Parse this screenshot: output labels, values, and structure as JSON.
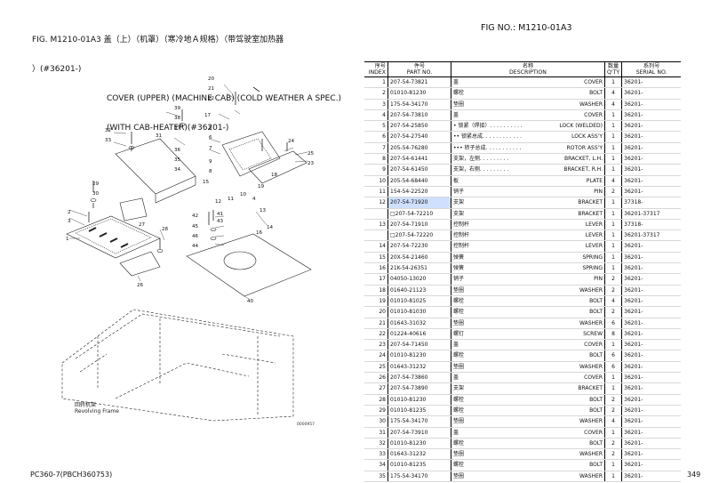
{
  "header": {
    "title_line1": "FIG. M1210-01A3 盖（上）（机罩）（寒冷地Ａ规格）（带驾驶室加热器",
    "title_line2": "）(#36201-)",
    "title_line3": "COVER (UPPER) (MACHINE CAB) (COLD WEATHER A SPEC.)",
    "title_line4": "(WITH CAB-HEATER)(#36201-)",
    "fig_no": "FIG NO.: M1210-01A3"
  },
  "drawing": {
    "frame_label_zh": "回转机架",
    "frame_label_en": "Revolving Frame",
    "code": "0000957",
    "callouts": [
      "1",
      "2",
      "3",
      "4",
      "5",
      "6",
      "7",
      "8",
      "9",
      "10",
      "11",
      "12",
      "13",
      "14",
      "15",
      "16",
      "17",
      "18",
      "19",
      "20",
      "21",
      "22",
      "23",
      "24",
      "25",
      "26",
      "27",
      "28",
      "29",
      "30",
      "31",
      "32",
      "33",
      "34",
      "35",
      "36",
      "37",
      "38",
      "39",
      "40",
      "41",
      "42",
      "43",
      "44",
      "45",
      "46"
    ]
  },
  "table": {
    "headers": {
      "no_zh": "序号",
      "no_en": "INDEX",
      "part_zh": "件号",
      "part_en": "PART NO.",
      "desc_zh": "名称",
      "desc_en": "DESCRIPTION",
      "qty_zh": "数量",
      "qty_en": "Q'TY",
      "ser_zh": "系列号",
      "ser_en": "SERIAL NO."
    },
    "rows": [
      {
        "no": "1",
        "part": "207-54-73821",
        "zh": "盖",
        "en": "COVER",
        "qty": "1",
        "serial": "36201-"
      },
      {
        "no": "2",
        "part": "01010-81230",
        "zh": "螺栓",
        "en": "BOLT",
        "qty": "4",
        "serial": "36201-"
      },
      {
        "no": "3",
        "part": "175-54-34170",
        "zh": "垫圈",
        "en": "WASHER",
        "qty": "4",
        "serial": "36201-"
      },
      {
        "no": "4",
        "part": "207-54-73810",
        "zh": "盖",
        "en": "COVER",
        "qty": "1",
        "serial": "36201-"
      },
      {
        "no": "5",
        "part": "207-54-25850",
        "zh": "• 锁紧（焊接）. . . . . . . . . .",
        "en": "LOCK (WELDED)",
        "qty": "1",
        "serial": "36201-"
      },
      {
        "no": "6",
        "part": "207-54-27540",
        "zh": "•• 锁紧总成. . . . . . . . . . . .",
        "en": "LOCK ASS'Y",
        "qty": "1",
        "serial": "36201-"
      },
      {
        "no": "7",
        "part": "205-54-76280",
        "zh": "••• 转子总成. . . . . . . . . . .",
        "en": "ROTOR ASS'Y",
        "qty": "1",
        "serial": "36201-"
      },
      {
        "no": "8",
        "part": "207-54-61441",
        "zh": "支架，左侧. . . . . . . . .",
        "en": "BRACKET, L.H.",
        "qty": "1",
        "serial": "36201-"
      },
      {
        "no": "9",
        "part": "207-54-61450",
        "zh": "支架，右侧. . . . . . . . .",
        "en": "BRACKET, R.H.",
        "qty": "1",
        "serial": "36201-"
      },
      {
        "no": "10",
        "part": "205-54-68440",
        "zh": "板",
        "en": "PLATE",
        "qty": "4",
        "serial": "36201-"
      },
      {
        "no": "11",
        "part": "154-54-22520",
        "zh": "销子",
        "en": "PIN",
        "qty": "2",
        "serial": "36201-"
      },
      {
        "no": "12",
        "part": "207-54-71920",
        "zh": "支架",
        "en": "BRACKET",
        "qty": "1",
        "serial": "37318-",
        "highlight": true
      },
      {
        "no": "",
        "part": "□207-54-72210",
        "zh": "支架",
        "en": "BRACKET",
        "qty": "1",
        "serial": "36201-37317"
      },
      {
        "no": "13",
        "part": "207-54-71910",
        "zh": "控制杆",
        "en": "LEVER",
        "qty": "1",
        "serial": "37318-"
      },
      {
        "no": "",
        "part": "□207-54-72220",
        "zh": "控制杆",
        "en": "LEVER",
        "qty": "1",
        "serial": "36201-37317"
      },
      {
        "no": "14",
        "part": "207-54-72230",
        "zh": "控制杆",
        "en": "LEVER",
        "qty": "1",
        "serial": "36201-"
      },
      {
        "no": "15",
        "part": "20X-54-21460",
        "zh": "弹簧",
        "en": "SPRING",
        "qty": "1",
        "serial": "36201-"
      },
      {
        "no": "16",
        "part": "21K-54-26351",
        "zh": "弹簧",
        "en": "SPRING",
        "qty": "1",
        "serial": "36201-"
      },
      {
        "no": "17",
        "part": "04050-13020",
        "zh": "销子",
        "en": "PIN",
        "qty": "2",
        "serial": "36201-"
      },
      {
        "no": "18",
        "part": "01640-21123",
        "zh": "垫圈",
        "en": "WASHER",
        "qty": "2",
        "serial": "36201-"
      },
      {
        "no": "19",
        "part": "01010-81025",
        "zh": "螺栓",
        "en": "BOLT",
        "qty": "4",
        "serial": "36201-"
      },
      {
        "no": "20",
        "part": "01010-81030",
        "zh": "螺栓",
        "en": "BOLT",
        "qty": "2",
        "serial": "36201-"
      },
      {
        "no": "21",
        "part": "01643-31032",
        "zh": "垫圈",
        "en": "WASHER",
        "qty": "6",
        "serial": "36201-"
      },
      {
        "no": "22",
        "part": "01224-40616",
        "zh": "螺钉",
        "en": "SCREW",
        "qty": "8",
        "serial": "36201-"
      },
      {
        "no": "23",
        "part": "207-54-71450",
        "zh": "盖",
        "en": "COVER",
        "qty": "1",
        "serial": "36201-"
      },
      {
        "no": "24",
        "part": "01010-81230",
        "zh": "螺栓",
        "en": "BOLT",
        "qty": "6",
        "serial": "36201-"
      },
      {
        "no": "25",
        "part": "01643-31232",
        "zh": "垫圈",
        "en": "WASHER",
        "qty": "6",
        "serial": "36201-"
      },
      {
        "no": "26",
        "part": "207-54-73860",
        "zh": "盖",
        "en": "COVER",
        "qty": "1",
        "serial": "36201-"
      },
      {
        "no": "27",
        "part": "207-54-73890",
        "zh": "支架",
        "en": "BRACKET",
        "qty": "1",
        "serial": "36201-"
      },
      {
        "no": "28",
        "part": "01010-81230",
        "zh": "螺栓",
        "en": "BOLT",
        "qty": "2",
        "serial": "36201-"
      },
      {
        "no": "29",
        "part": "01010-81235",
        "zh": "螺栓",
        "en": "BOLT",
        "qty": "2",
        "serial": "36201-"
      },
      {
        "no": "30",
        "part": "175-54-34170",
        "zh": "垫圈",
        "en": "WASHER",
        "qty": "4",
        "serial": "36201-"
      },
      {
        "no": "31",
        "part": "207-54-73910",
        "zh": "盖",
        "en": "COVER",
        "qty": "1",
        "serial": "36201-"
      },
      {
        "no": "32",
        "part": "01010-81230",
        "zh": "螺栓",
        "en": "BOLT",
        "qty": "2",
        "serial": "36201-"
      },
      {
        "no": "33",
        "part": "01643-31232",
        "zh": "垫圈",
        "en": "WASHER",
        "qty": "2",
        "serial": "36201-"
      },
      {
        "no": "34",
        "part": "01010-81235",
        "zh": "螺栓",
        "en": "BOLT",
        "qty": "1",
        "serial": "36201-"
      },
      {
        "no": "35",
        "part": "175-54-34170",
        "zh": "垫圈",
        "en": "WASHER",
        "qty": "1",
        "serial": "36201-"
      }
    ]
  },
  "footer": {
    "model": "PC360-7(PBCH360753)",
    "page": "349"
  },
  "colors": {
    "highlight": "#cfe0ff",
    "line": "#000000"
  }
}
